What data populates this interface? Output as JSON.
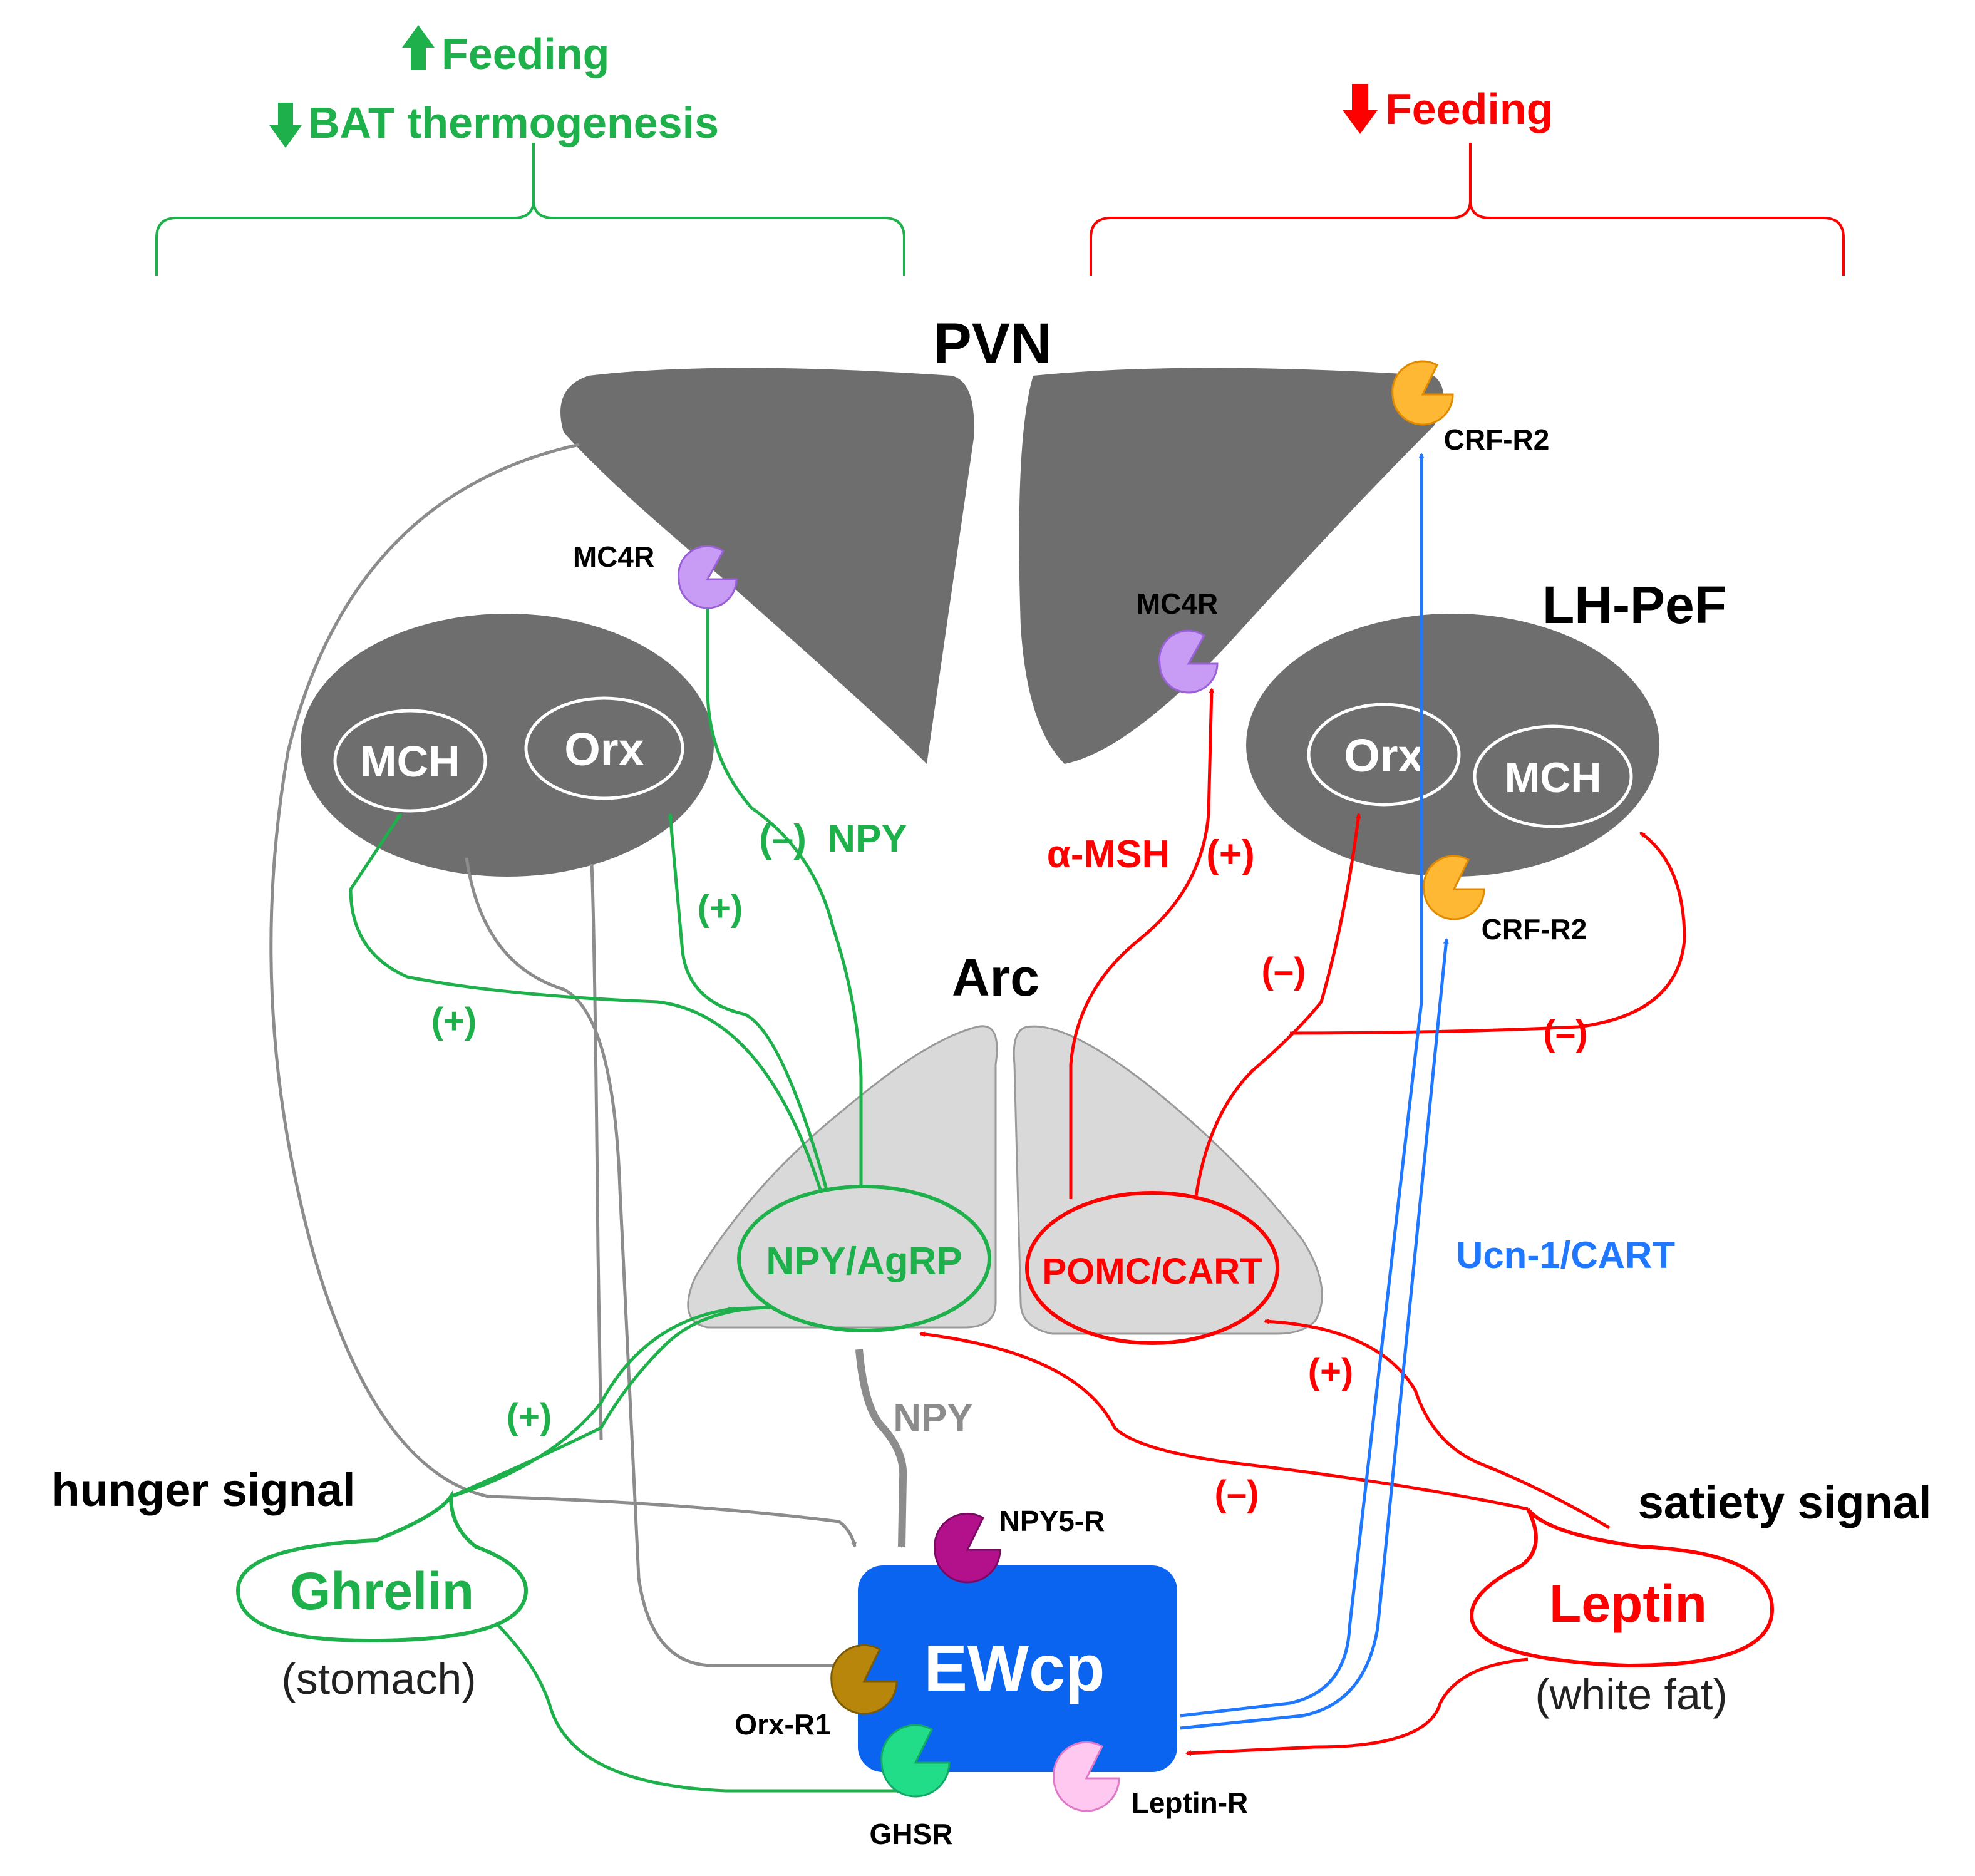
{
  "colors": {
    "green": "#1db04b",
    "red": "#ff0000",
    "blue": "#1f78ff",
    "gray_line": "#8c8c8c",
    "dark_gray": "#6e6e6e",
    "light_gray": "#d9d9d9",
    "ewcp_blue": "#0a64f0",
    "mc4r": "#c89bf5",
    "crf_r2": "#ffb833",
    "npy5r": "#b3108c",
    "orx_r1": "#b8860b",
    "ghsr": "#22dd88",
    "leptin_r": "#ffc8f0"
  },
  "top": {
    "feeding_up": "Feeding",
    "bat": "BAT thermogenesis",
    "feeding_down": "Feeding",
    "arrow_up_icon": "arrow-up-icon",
    "arrow_down_icon": "arrow-down-icon"
  },
  "regions": {
    "pvn": "PVN",
    "arc": "Arc",
    "lh_pef": "LH-PeF",
    "ewcp": "EWcp"
  },
  "nuclei": {
    "left_mch": "MCH",
    "left_orx": "Orx",
    "right_orx": "Orx",
    "right_mch": "MCH",
    "npy_agrp": "NPY/AgRP",
    "pomc_cart": "POMC/CART"
  },
  "receptors": {
    "mc4r_left": "MC4R",
    "mc4r_right": "MC4R",
    "crf_r2_top": "CRF-R2",
    "crf_r2_lh": "CRF-R2",
    "npy5_r": "NPY5-R",
    "orx_r1": "Orx-R1",
    "ghsr": "GHSR",
    "leptin_r": "Leptin-R"
  },
  "edge_labels": {
    "minus_npy_sign": "(–)",
    "npy_to_pvn": "NPY",
    "plus_to_orx": "(+)",
    "plus_to_mch": "(+)",
    "alpha_msh": "α-MSH",
    "alpha_msh_sign": "(+)",
    "minus_to_orx": "(–)",
    "minus_to_mch": "(–)",
    "ucn_cart": "Ucn-1/CART",
    "npy_to_ewcp": "NPY",
    "ghrelin_plus": "(+)",
    "leptin_plus": "(+)",
    "leptin_minus": "(–)"
  },
  "signals": {
    "hunger": "hunger signal",
    "ghrelin": "Ghrelin",
    "ghrelin_source": "(stomach)",
    "satiety": "satiety signal",
    "leptin": "Leptin",
    "leptin_source": "(white fat)"
  }
}
